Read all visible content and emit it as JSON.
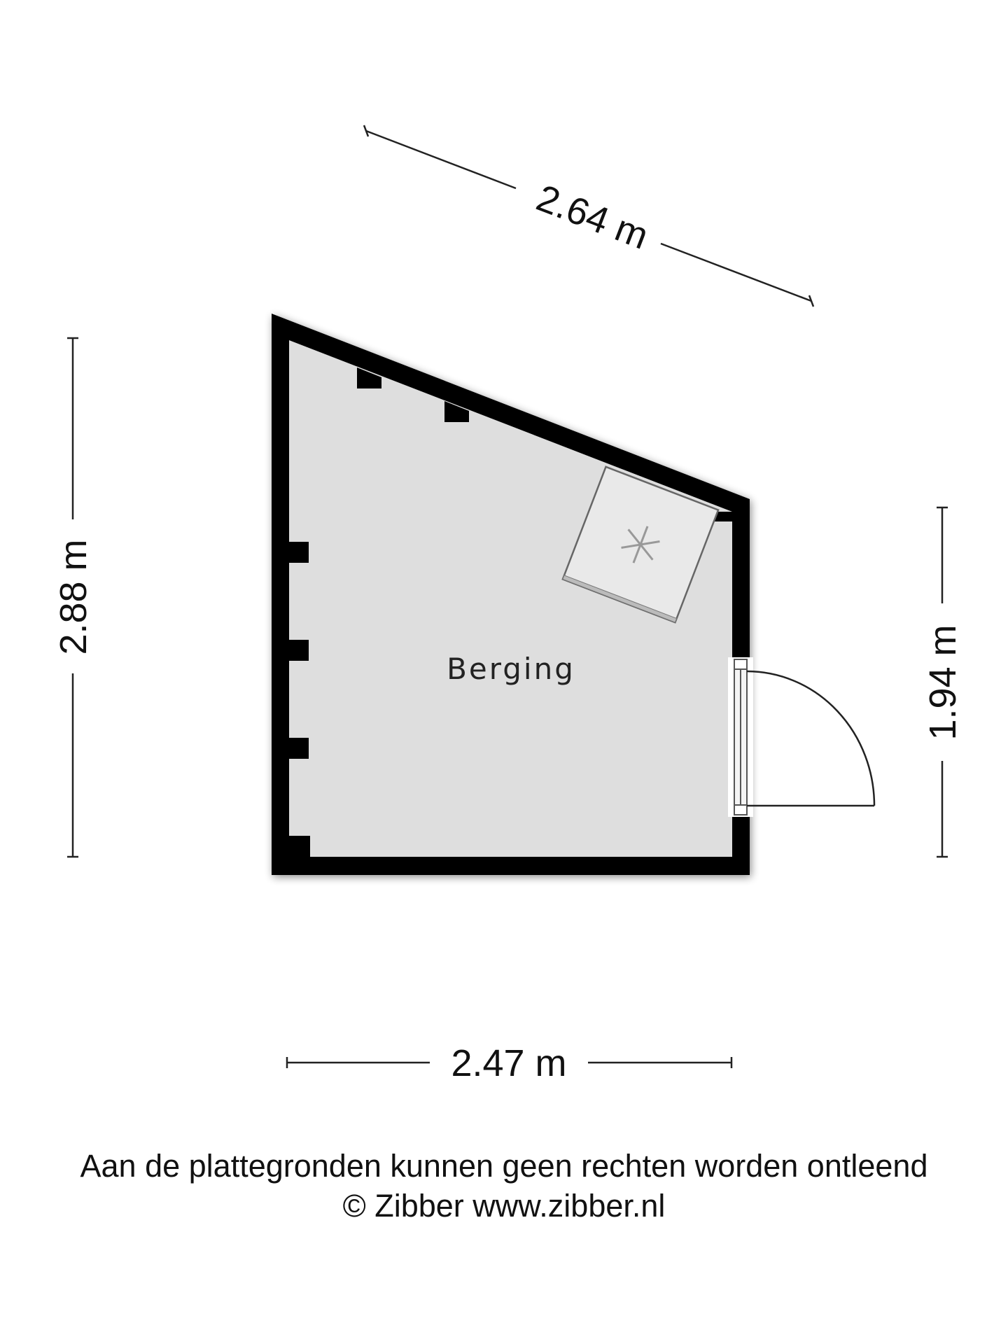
{
  "room": {
    "label": "Berging",
    "fill_color": "#dedede",
    "wall_color": "#000000"
  },
  "dimensions": {
    "top_diagonal": "2.64 m",
    "left": "2.88 m",
    "right": "1.94 m",
    "bottom": "2.47 m"
  },
  "appliance": {
    "icon": "asterisk-icon"
  },
  "door": {
    "icon": "door-swing-icon"
  },
  "footer": {
    "disclaimer": "Aan de plattegronden kunnen geen rechten worden ontleend",
    "copyright": "© Zibber www.zibber.nl"
  }
}
